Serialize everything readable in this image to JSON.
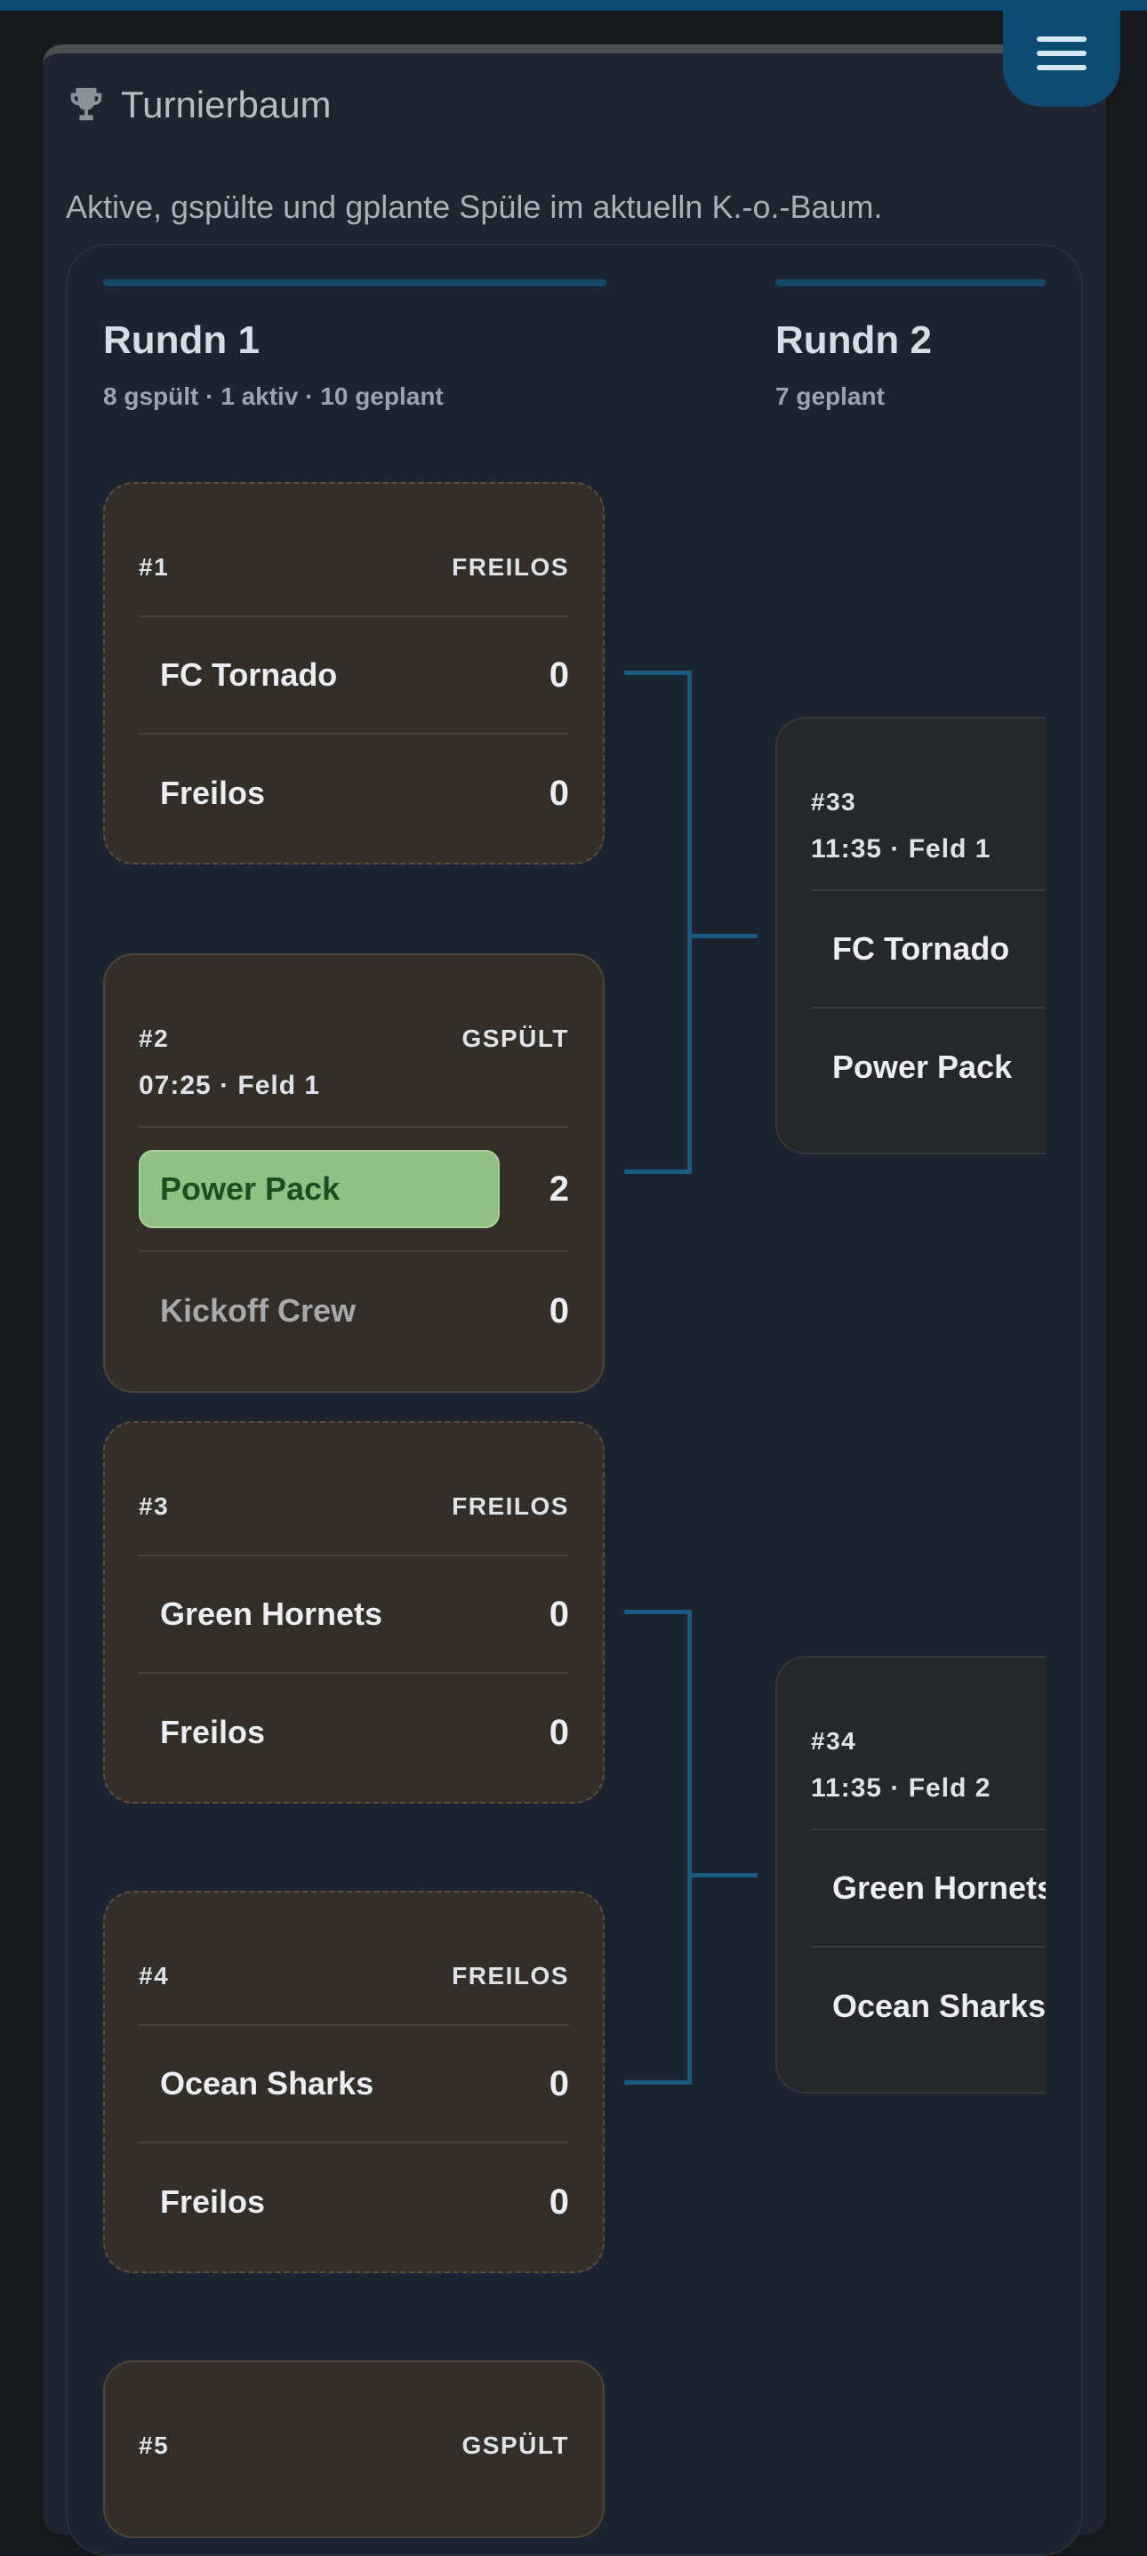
{
  "panel": {
    "title": "Turnierbaum",
    "subtitle": "Aktive, gspülte und gplante Spüle im aktuelln K.-o.-Baum."
  },
  "rounds": [
    {
      "name": "Rundn 1",
      "stats": "8 gspült · 1 aktiv · 10 geplant"
    },
    {
      "name": "Rundn 2",
      "stats": "7 geplant"
    }
  ],
  "matches": [
    {
      "id": "#1",
      "status": "FREILOS",
      "teams": [
        {
          "name": "FC Tornado",
          "score": "0"
        },
        {
          "name": "Freilos",
          "score": "0"
        }
      ]
    },
    {
      "id": "#2",
      "status": "GSPÜLT",
      "time": "07:25 · Feld 1",
      "teams": [
        {
          "name": "Power Pack",
          "score": "2"
        },
        {
          "name": "Kickoff Crew",
          "score": "0"
        }
      ]
    },
    {
      "id": "#3",
      "status": "FREILOS",
      "teams": [
        {
          "name": "Green Hornets",
          "score": "0"
        },
        {
          "name": "Freilos",
          "score": "0"
        }
      ]
    },
    {
      "id": "#4",
      "status": "FREILOS",
      "teams": [
        {
          "name": "Ocean Sharks",
          "score": "0"
        },
        {
          "name": "Freilos",
          "score": "0"
        }
      ]
    },
    {
      "id": "#5",
      "status": "GSPÜLT"
    }
  ],
  "round2_matches": [
    {
      "id": "#33",
      "time": "11:35 · Feld 1",
      "teams": [
        {
          "name": "FC Tornado"
        },
        {
          "name": "Power Pack"
        }
      ]
    },
    {
      "id": "#34",
      "time": "11:35 · Feld 2",
      "teams": [
        {
          "name": "Green Hornets"
        },
        {
          "name": "Ocean Sharks"
        }
      ]
    }
  ],
  "colors": {
    "accent": "#0e4a72",
    "connector": "#1a5a80",
    "winner": "#91c085"
  },
  "icons": {
    "title": "trophy-icon",
    "menu": "menu-icon"
  }
}
